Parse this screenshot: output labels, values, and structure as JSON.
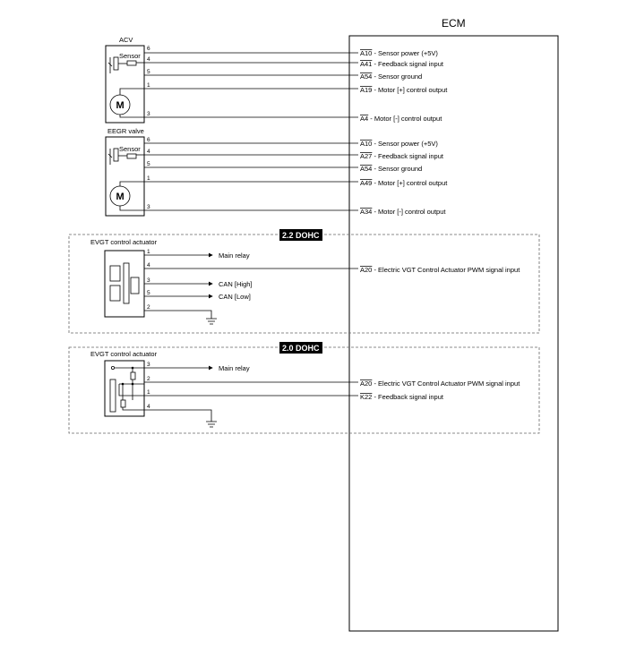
{
  "ecm": {
    "title": "ECM"
  },
  "acv": {
    "label": "ACV",
    "sensor_label": "Sensor",
    "motor_label": "M",
    "pins": [
      {
        "pin": "6",
        "code": "A10",
        "desc": " - Sensor power (+5V)"
      },
      {
        "pin": "4",
        "code": "A41",
        "desc": " - Feedback signal input"
      },
      {
        "pin": "5",
        "code": "A54",
        "desc": " - Sensor ground"
      },
      {
        "pin": "1",
        "code": "A19",
        "desc": " - Motor [+] control output"
      },
      {
        "pin": "3",
        "code": "A4",
        "desc": " - Motor [-] control output"
      }
    ]
  },
  "eegr": {
    "label": "EEGR valve",
    "sensor_label": "Sensor",
    "motor_label": "M",
    "pins": [
      {
        "pin": "6",
        "code": "A10",
        "desc": " - Sensor power (+5V)"
      },
      {
        "pin": "4",
        "code": "A27",
        "desc": " - Feedback signal input"
      },
      {
        "pin": "5",
        "code": "A54",
        "desc": " - Sensor ground"
      },
      {
        "pin": "1",
        "code": "A49",
        "desc": " - Motor [+] control output"
      },
      {
        "pin": "3",
        "code": "A34",
        "desc": " - Motor [-] control output"
      }
    ]
  },
  "evgt22": {
    "badge": "2.2 DOHC",
    "label": "EVGT control actuator",
    "pins": [
      {
        "pin": "1",
        "target": "Main relay"
      },
      {
        "pin": "4",
        "code": "A20",
        "desc": " - Electric VGT Control Actuator PWM signal input"
      },
      {
        "pin": "3",
        "target": "CAN [High]"
      },
      {
        "pin": "5",
        "target": "CAN [Low]"
      },
      {
        "pin": "2",
        "target": ""
      }
    ]
  },
  "evgt20": {
    "badge": "2.0 DOHC",
    "label": "EVGT control actuator",
    "pins": [
      {
        "pin": "3",
        "target": "Main relay"
      },
      {
        "pin": "2",
        "code": "A20",
        "desc": " - Electric VGT Control Actuator PWM signal input"
      },
      {
        "pin": "1",
        "code": "K22",
        "desc": " - Feedback signal input"
      },
      {
        "pin": "4",
        "target": ""
      }
    ]
  }
}
